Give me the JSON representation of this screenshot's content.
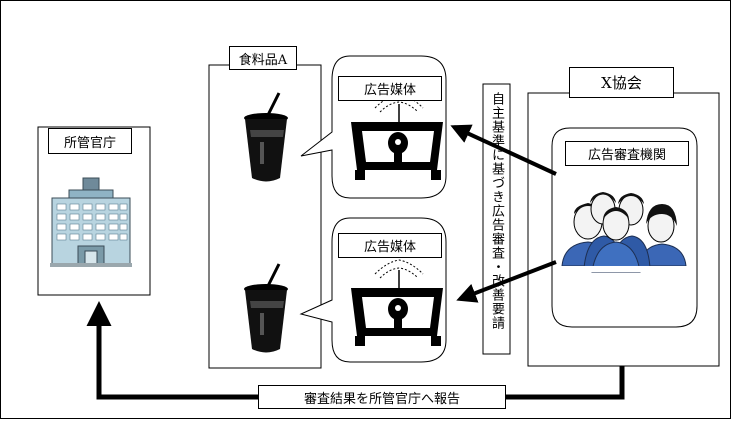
{
  "ministry": {
    "label": "所管官庁",
    "icon": "government-building-icon"
  },
  "food_product": {
    "label": "食料品A",
    "icon": "drink-cup-icon"
  },
  "media_top": {
    "label": "広告媒体",
    "icon": "television-icon"
  },
  "media_bottom": {
    "label": "広告媒体",
    "icon": "television-icon"
  },
  "association": {
    "label": "X協会"
  },
  "review_body": {
    "label": "広告審査機関",
    "icon": "people-group-icon"
  },
  "request": {
    "label": "自主基準に基づき広告審査・改善要請"
  },
  "report": {
    "label": "審査結果を所管官庁へ報告"
  }
}
